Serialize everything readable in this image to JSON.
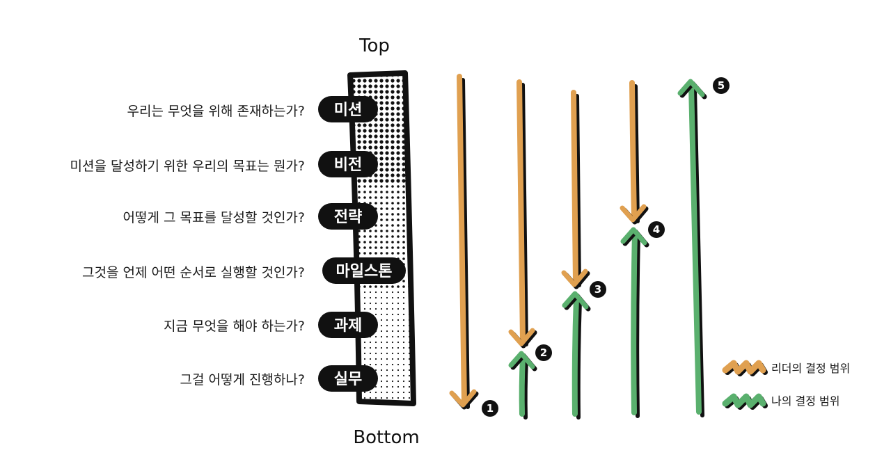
{
  "top_label": "Top",
  "bottom_label": "Bottom",
  "levels": [
    {
      "name": "미션",
      "question": "우리는 무엇을 위해 존재하는가?"
    },
    {
      "name": "비전",
      "question": "미션을 달성하기 위한 우리의 목표는 뭔가?"
    },
    {
      "name": "전략",
      "question": "어떻게 그 목표를 달성할 것인가?"
    },
    {
      "name": "마일스톤",
      "question": "그것을 언제 어떤 순서로 실행할 것인가?"
    },
    {
      "name": "과제",
      "question": "지금 무엇을 해야 하는가?"
    },
    {
      "name": "실무",
      "question": "그걸 어떻게 진행하나?"
    }
  ],
  "scenarios": [
    {
      "number": "1"
    },
    {
      "number": "2"
    },
    {
      "number": "3"
    },
    {
      "number": "4"
    },
    {
      "number": "5"
    }
  ],
  "legend": {
    "leader": "리더의 결정 범위",
    "mine": "나의 결정 범위"
  },
  "colors": {
    "leader": "#E0A050",
    "mine": "#5AB06E",
    "ink": "#111111"
  }
}
